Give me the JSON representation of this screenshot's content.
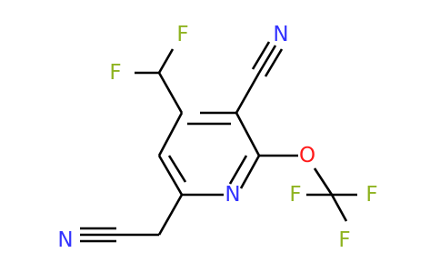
{
  "atoms": {
    "n_nitrile_top": {
      "symbol": "N",
      "element": "nitrogen"
    },
    "f_top": {
      "symbol": "F",
      "element": "fluorine"
    },
    "f_left": {
      "symbol": "F",
      "element": "fluorine"
    },
    "n_ring": {
      "symbol": "N",
      "element": "nitrogen"
    },
    "o_ether": {
      "symbol": "O",
      "element": "oxygen"
    },
    "f_cf3_right": {
      "symbol": "F",
      "element": "fluorine"
    },
    "f_cf3_left": {
      "symbol": "F",
      "element": "fluorine"
    },
    "f_cf3_bottom": {
      "symbol": "F",
      "element": "fluorine"
    },
    "n_nitrile_bottom": {
      "symbol": "N",
      "element": "nitrogen"
    }
  },
  "colors": {
    "bond": "#000000",
    "nitrogen": "#3333ff",
    "fluorine": "#8fb321",
    "oxygen": "#ff1a1a",
    "background": "#ffffff"
  }
}
